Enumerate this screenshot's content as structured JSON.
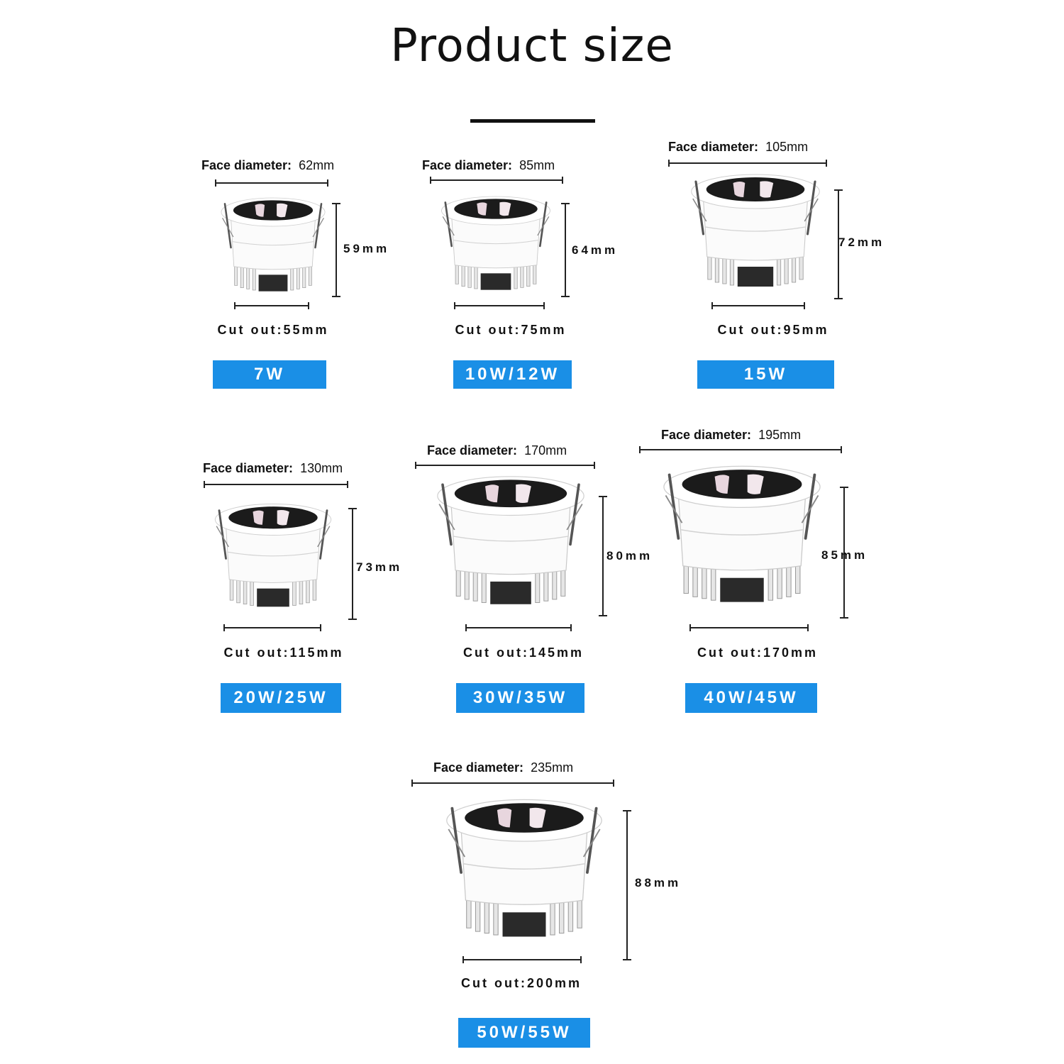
{
  "title": "Product size",
  "products": [
    {
      "face_label": "Face diameter:",
      "face_value": "62mm",
      "height": "59mm",
      "cutout": "Cut out:55mm",
      "wattage": "7W"
    },
    {
      "face_label": "Face diameter:",
      "face_value": "85mm",
      "height": "64mm",
      "cutout": "Cut out:75mm",
      "wattage": "10W/12W"
    },
    {
      "face_label": "Face diameter:",
      "face_value": "105mm",
      "height": "72mm",
      "cutout": "Cut out:95mm",
      "wattage": "15W"
    },
    {
      "face_label": "Face diameter:",
      "face_value": "130mm",
      "height": "73mm",
      "cutout": "Cut out:115mm",
      "wattage": "20W/25W"
    },
    {
      "face_label": "Face diameter:",
      "face_value": "170mm",
      "height": "80mm",
      "cutout": "Cut out:145mm",
      "wattage": "30W/35W"
    },
    {
      "face_label": "Face diameter:",
      "face_value": "195mm",
      "height": "85mm",
      "cutout": "Cut out:170mm",
      "wattage": "40W/45W"
    },
    {
      "face_label": "Face diameter:",
      "face_value": "235mm",
      "height": "88mm",
      "cutout": "Cut out:200mm",
      "wattage": "50W/55W"
    }
  ],
  "colors": {
    "wattage_badge": "#1a8fe6",
    "text": "#111111",
    "background": "#ffffff"
  },
  "icons": {
    "product": "recessed-downlight-icon"
  }
}
